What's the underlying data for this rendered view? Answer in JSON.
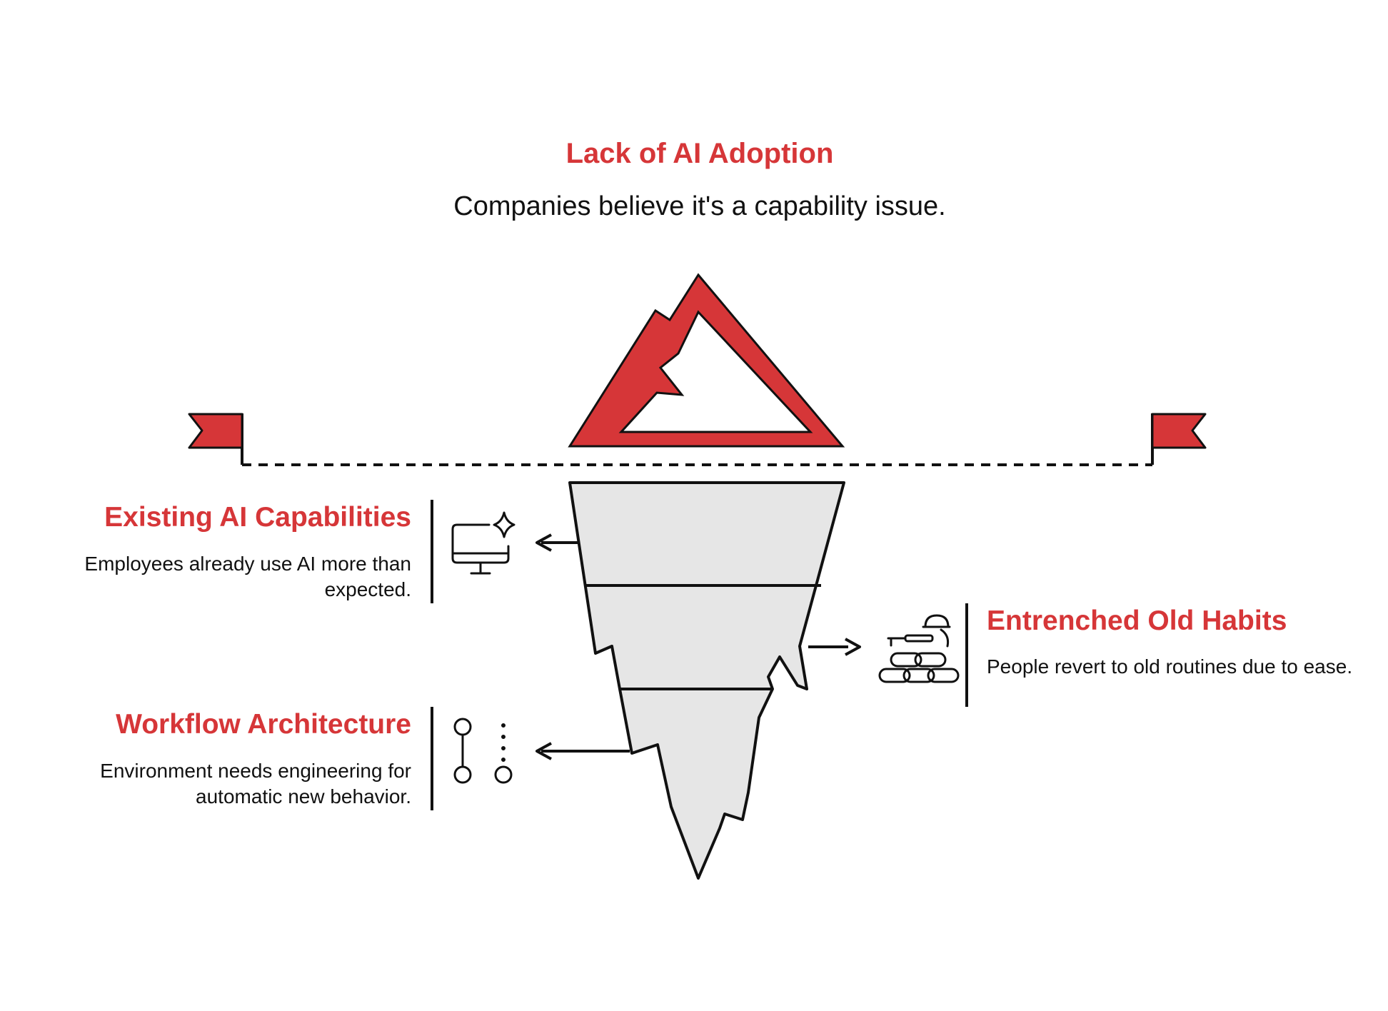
{
  "top": {
    "title": "Lack of AI Adoption",
    "description": "Companies believe it's a capability issue."
  },
  "items": {
    "capabilities": {
      "title": "Existing AI Capabilities",
      "description": "Employees already use AI more than expected.",
      "icon": "monitor-sparkle-icon"
    },
    "habits": {
      "title": "Entrenched Old Habits",
      "description": "People revert to old routines due to ease.",
      "icon": "soldier-sandbags-icon"
    },
    "workflow": {
      "title": "Workflow Architecture",
      "description": "Environment needs engineering for automatic new behavior.",
      "icon": "workflow-nodes-icon"
    }
  },
  "colors": {
    "accent": "#d63638",
    "underwater": "#e6e6e6",
    "ink": "#111111"
  }
}
